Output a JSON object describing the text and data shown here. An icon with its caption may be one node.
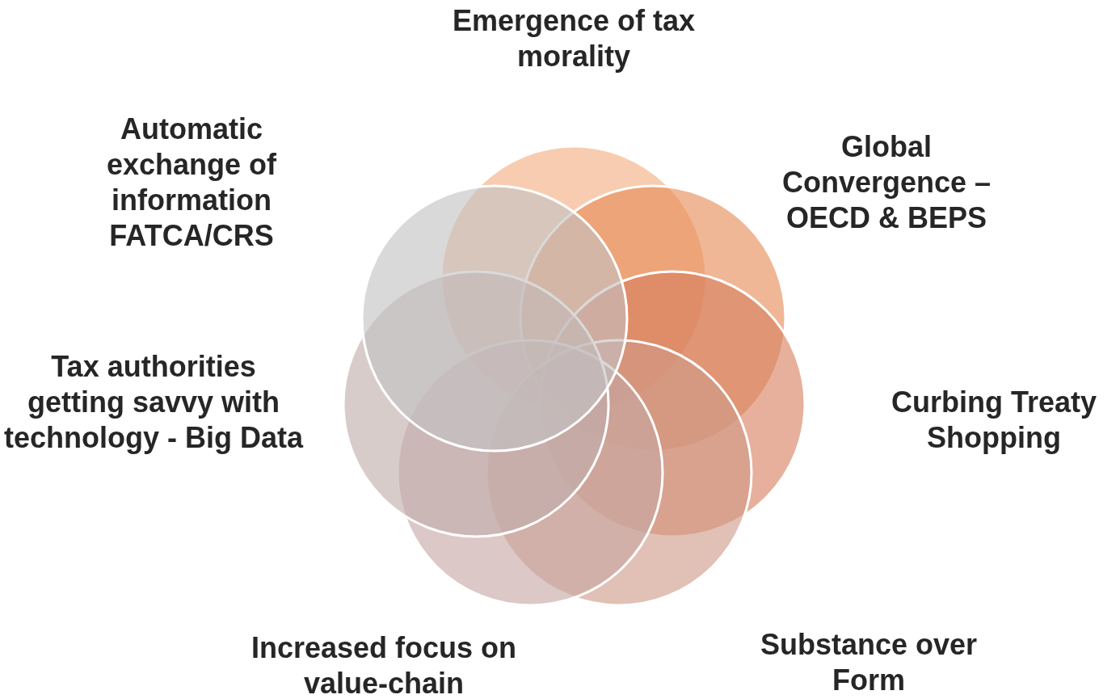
{
  "diagram": {
    "nodes": [
      {
        "text": [
          "Emergence of tax morality"
        ]
      },
      {
        "text": [
          "Global Convergence – OECD & BEPS"
        ]
      },
      {
        "text": [
          "Curbing Treaty Shopping"
        ]
      },
      {
        "text": [
          "Substance over Form"
        ]
      },
      {
        "text": [
          "Increased focus on value-chain"
        ]
      },
      {
        "text": [
          "Tax authorities getting savvy with technology - Big Data"
        ]
      },
      {
        "text": [
          "Automatic exchange of information FATCA/CRS"
        ]
      }
    ],
    "edges": []
  }
}
